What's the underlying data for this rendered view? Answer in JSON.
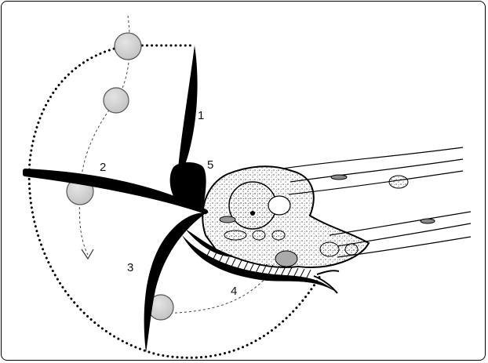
{
  "labels": {
    "one": "1",
    "two": "2",
    "three": "3",
    "four": "4",
    "five": "5"
  },
  "colors": {
    "ink": "#000000",
    "sphere": "#d2d2d2",
    "sphere_edge": "#555555",
    "frame": "#000000"
  }
}
